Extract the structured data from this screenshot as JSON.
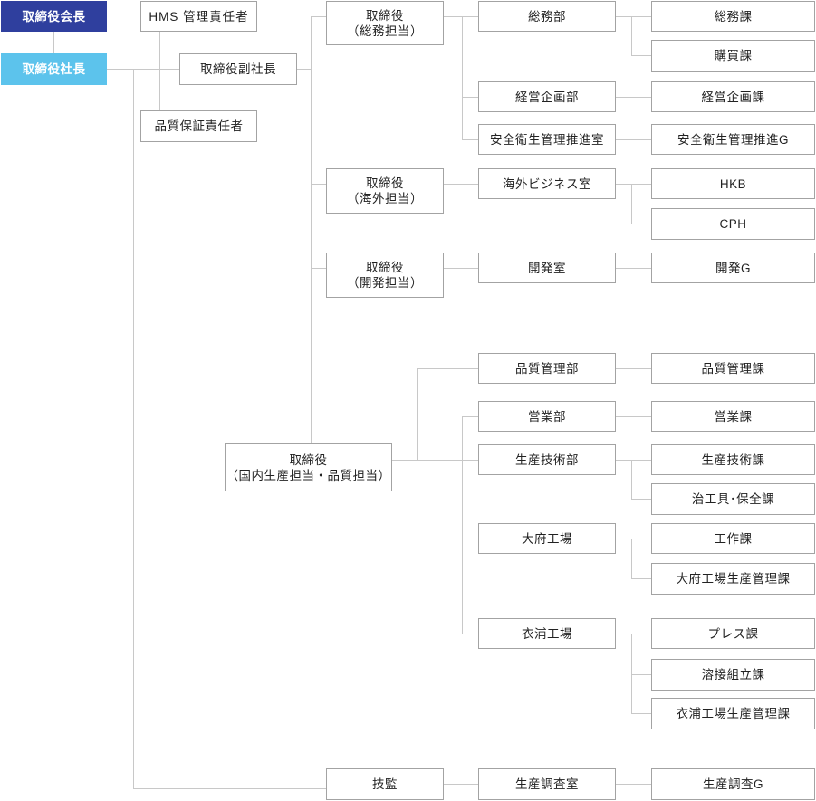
{
  "org": {
    "chairman": "取締役会長",
    "president": "取締役社長",
    "hms_manager": "HMS 管理責任者",
    "vice_president": "取締役副社長",
    "qa_manager": "品質保証責任者",
    "dir_general": "取締役\n（総務担当）",
    "dir_overseas": "取締役\n（海外担当）",
    "dir_development": "取締役\n（開発担当）",
    "dir_domestic": "取締役\n（国内生産担当・品質担当）",
    "engineering_supervisor": "技監",
    "dept_general_affairs": "総務部",
    "dept_planning": "経営企画部",
    "dept_safety": "安全衛生管理推進室",
    "dept_overseas_business": "海外ビジネス室",
    "dept_development": "開発室",
    "dept_quality": "品質管理部",
    "dept_sales": "営業部",
    "dept_production_tech": "生産技術部",
    "dept_obu_factory": "大府工場",
    "dept_kinuura_factory": "衣浦工場",
    "dept_production_survey": "生産調査室",
    "sec_general_affairs": "総務課",
    "sec_purchasing": "購買課",
    "sec_planning": "経営企画課",
    "sec_safety_g": "安全衛生管理推進G",
    "sec_hkb": "HKB",
    "sec_cph": "CPH",
    "sec_development_g": "開発G",
    "sec_quality": "品質管理課",
    "sec_sales": "営業課",
    "sec_production_tech": "生産技術課",
    "sec_jig_maintenance": "治工具･保全課",
    "sec_machining": "工作課",
    "sec_obu_production_mgmt": "大府工場生産管理課",
    "sec_press": "プレス課",
    "sec_welding_assembly": "溶接組立課",
    "sec_kinuura_production_mgmt": "衣浦工場生産管理課",
    "sec_production_survey_g": "生産調査G"
  },
  "colors": {
    "chairman_bg": "#2f3f9e",
    "president_bg": "#5cc3ec",
    "connector": "#c8c8c8",
    "border": "#a3a3a3"
  }
}
